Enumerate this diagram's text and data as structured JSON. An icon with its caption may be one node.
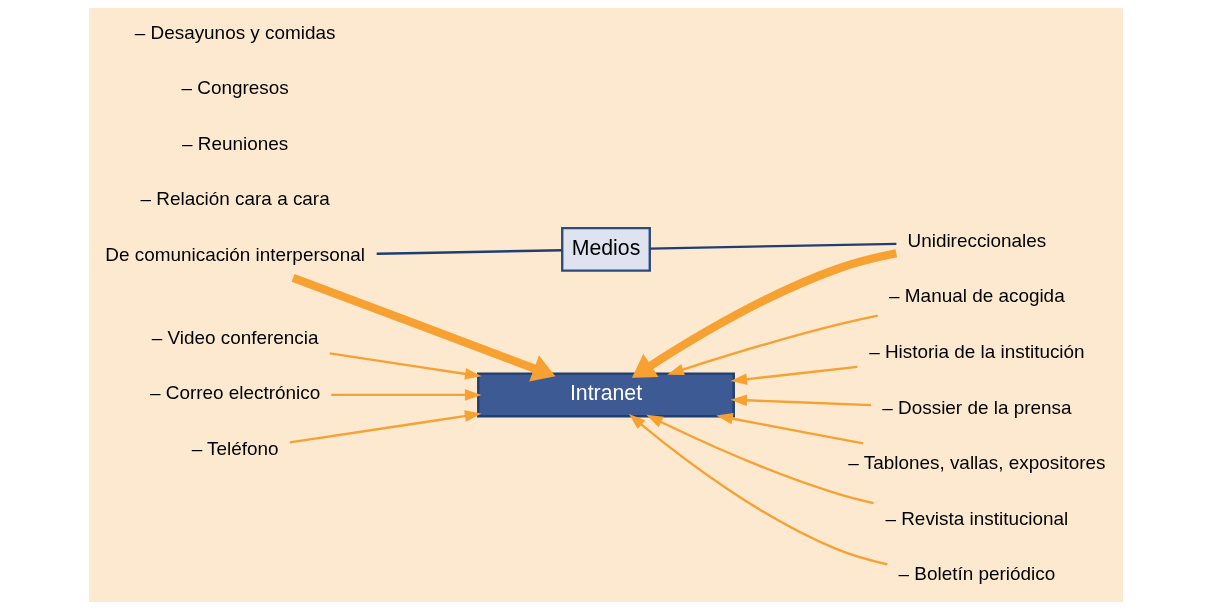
{
  "diagram": {
    "nodes": [
      {
        "text": [
          "Medios"
        ]
      },
      {
        "text": [
          "De comunicación interpersonal"
        ]
      },
      {
        "text": [
          "Unidireccionales"
        ]
      },
      {
        "text": [
          "Intranet"
        ]
      },
      {
        "text": [
          "– Video conferencia"
        ]
      },
      {
        "text": [
          "– Correo electrónico"
        ]
      },
      {
        "text": [
          "– Teléfono"
        ]
      },
      {
        "text": [
          "– Manual de acogida"
        ]
      },
      {
        "text": [
          "– Historia de la institución"
        ]
      },
      {
        "text": [
          "– Dossier de la prensa"
        ]
      },
      {
        "text": [
          "– Tablones, vallas, expositores"
        ]
      },
      {
        "text": [
          "– Revista institucional"
        ]
      },
      {
        "text": [
          "– Boletín periódico"
        ]
      }
    ],
    "edges": [
      {
        "from": 1,
        "to": 0,
        "arrow": "none",
        "color": "#1f3f73"
      },
      {
        "from": 0,
        "to": 2,
        "arrow": "none",
        "color": "#1f3f73"
      },
      {
        "from": 1,
        "to": 3,
        "arrow": "to",
        "style": "thick"
      },
      {
        "from": 2,
        "to": 3,
        "arrow": "to",
        "style": "thick"
      },
      {
        "from": 4,
        "to": 3,
        "arrow": "to"
      },
      {
        "from": 5,
        "to": 3,
        "arrow": "to"
      },
      {
        "from": 6,
        "to": 3,
        "arrow": "to"
      },
      {
        "from": 7,
        "to": 3,
        "arrow": "to"
      },
      {
        "from": 8,
        "to": 3,
        "arrow": "to"
      },
      {
        "from": 9,
        "to": 3,
        "arrow": "to"
      },
      {
        "from": 10,
        "to": 3,
        "arrow": "to"
      },
      {
        "from": 11,
        "to": 3,
        "arrow": "to"
      },
      {
        "from": 12,
        "to": 3,
        "arrow": "to"
      }
    ],
    "labels": [
      "– Relación cara a cara",
      "– Reuniones",
      "– Congresos",
      "– Desayunos y comidas"
    ]
  }
}
